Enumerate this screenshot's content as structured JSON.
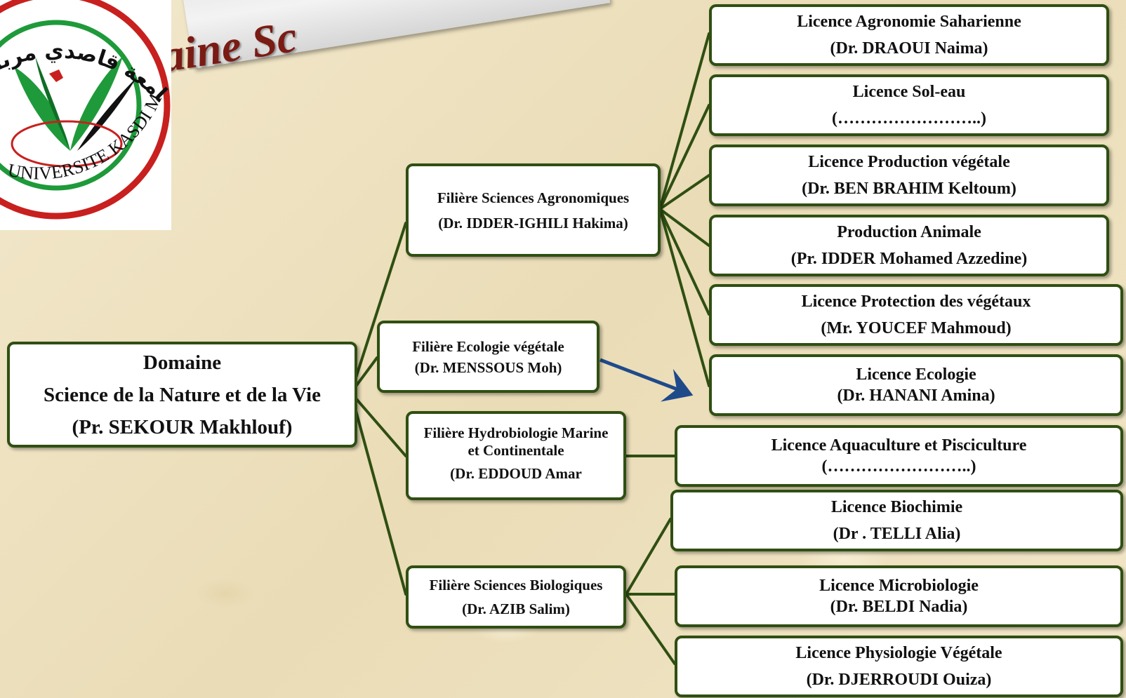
{
  "slide": {
    "title_fragment": "du domaine Sc",
    "logo": {
      "arabic_text": "جامعة قاصدي مرباح",
      "latin_text": "UNIVERSITE KASDI MERBAH OUARGLA",
      "colors": {
        "ring": "#c8201e",
        "green": "#1e9a3a",
        "black": "#111111"
      }
    }
  },
  "diagram": {
    "root": {
      "lines": [
        "Domaine",
        "Science de la Nature et de la Vie",
        "(Pr. SEKOUR Makhlouf)"
      ]
    },
    "filieres": [
      {
        "lines": [
          "Filière Sciences Agronomiques",
          "(Dr. IDDER-IGHILI Hakima)"
        ]
      },
      {
        "lines": [
          "Filière Ecologie végétale",
          "(Dr. MENSSOUS Moh)"
        ]
      },
      {
        "lines": [
          "Filière Hydrobiologie Marine",
          "et Continentale",
          "(Dr. EDDOUD Amar"
        ]
      },
      {
        "lines": [
          "Filière Sciences Biologiques",
          "(Dr. AZIB Salim)"
        ]
      }
    ],
    "licences": [
      {
        "lines": [
          "Licence Agronomie Saharienne",
          "(Dr. DRAOUI Naima)"
        ]
      },
      {
        "lines": [
          "Licence Sol-eau",
          "(……………………..)"
        ]
      },
      {
        "lines": [
          "Licence Production végétale",
          "(Dr. BEN BRAHIM Keltoum)"
        ]
      },
      {
        "lines": [
          "Production Animale",
          "(Pr. IDDER Mohamed Azzedine)"
        ]
      },
      {
        "lines": [
          "Licence Protection des végétaux",
          "(Mr. YOUCEF Mahmoud)"
        ]
      },
      {
        "lines": [
          "Licence Ecologie",
          "(Dr. HANANI Amina)"
        ]
      },
      {
        "lines": [
          "Licence Aquaculture et Pisciculture",
          "(……………………..)"
        ]
      },
      {
        "lines": [
          "Licence Biochimie",
          "(Dr . TELLI Alia)"
        ]
      },
      {
        "lines": [
          "Licence Microbiologie",
          "(Dr. BELDI Nadia)"
        ]
      },
      {
        "lines": [
          "Licence Physiologie Végétale",
          "(Dr. DJERROUDI Ouiza)"
        ]
      }
    ],
    "colors": {
      "connector": "#2f4f12",
      "arrow": "#1f4a8a",
      "box_border": "#2f4f12",
      "title": "#7a1b14"
    }
  }
}
